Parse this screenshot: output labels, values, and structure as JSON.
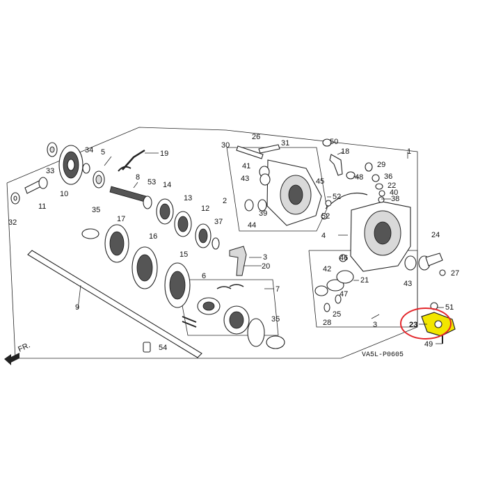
{
  "diagram": {
    "code": "VA5L-P0605",
    "direction_label": "FR.",
    "highlight_color": "#f2e600",
    "circle_color": "#e3262b",
    "highlighted_part": "23",
    "parts": [
      "1",
      "2",
      "3",
      "4",
      "5",
      "6",
      "7",
      "8",
      "9",
      "10",
      "11",
      "12",
      "13",
      "14",
      "15",
      "16",
      "17",
      "18",
      "19",
      "20",
      "21",
      "22",
      "23",
      "24",
      "25",
      "26",
      "27",
      "28",
      "29",
      "30",
      "31",
      "32",
      "33",
      "34",
      "35",
      "35",
      "36",
      "37",
      "38",
      "39",
      "40",
      "41",
      "42",
      "43",
      "43",
      "44",
      "45",
      "46",
      "47",
      "48",
      "49",
      "50",
      "51",
      "52",
      "52",
      "53",
      "54"
    ]
  }
}
